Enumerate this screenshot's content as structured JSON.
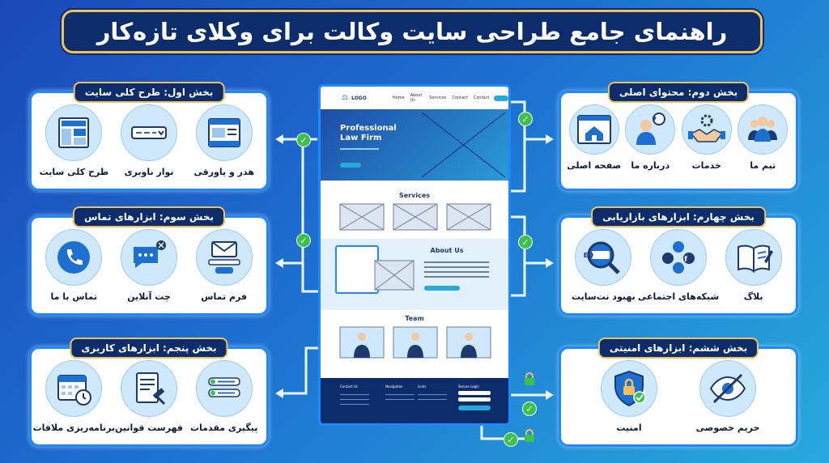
{
  "title": "راهنمای جامع طراحی سایت وکالت برای وکلای تازه‌کار",
  "colors": {
    "accent": "#1e88ff",
    "title_bg": "#0d2c6b",
    "gold": "#f0c15a",
    "check": "#3cc24a"
  },
  "panels": {
    "p1": {
      "heading": "بخش اول: طرح کلی سایت",
      "items": [
        {
          "label": "هدر و پاورقی",
          "icon": "header-footer-icon"
        },
        {
          "label": "نوار ناوبری",
          "icon": "navbar-icon"
        },
        {
          "label": "طرح کلی سایت",
          "icon": "layout-grid-icon"
        }
      ]
    },
    "p2": {
      "heading": "بخش دوم: محتوای اصلی",
      "items": [
        {
          "label": "تیم ما",
          "icon": "team-icon"
        },
        {
          "label": "خدمات",
          "icon": "handshake-icon"
        },
        {
          "label": "درباره ما",
          "icon": "about-person-icon"
        },
        {
          "label": "صفحه اصلی",
          "icon": "home-page-icon"
        }
      ]
    },
    "p3": {
      "heading": "بخش سوم: ابزارهای تماس",
      "items": [
        {
          "label": "فرم تماس",
          "icon": "contact-form-icon"
        },
        {
          "label": "چت آنلاین",
          "icon": "chat-icon"
        },
        {
          "label": "تماس با ما",
          "icon": "phone-icon"
        }
      ]
    },
    "p4": {
      "heading": "بخش چهارم: ابزارهای بازاریابی",
      "items": [
        {
          "label": "بلاگ",
          "icon": "blog-book-icon"
        },
        {
          "label": "شبکه‌های اجتماعی",
          "icon": "social-icon"
        },
        {
          "label": "بهبود نت‌سایت",
          "icon": "seo-icon"
        }
      ]
    },
    "p5": {
      "heading": "بخش پنجم: ابزارهای کاربری",
      "items": [
        {
          "label": "پیگیری مقدمات",
          "icon": "tracking-icon"
        },
        {
          "label": "فهرست قوانین",
          "icon": "law-list-icon"
        },
        {
          "label": "برنامه‌ریزی ملاقات",
          "icon": "calendar-icon"
        }
      ]
    },
    "p6": {
      "heading": "بخش ششم: ابزارهای امنیتی",
      "items": [
        {
          "label": "حریم خصوصی",
          "icon": "privacy-eye-icon"
        },
        {
          "label": "امنیت",
          "icon": "shield-lock-icon"
        }
      ]
    }
  },
  "mockup": {
    "logo": "LOGO",
    "nav": [
      "Home",
      "About Us",
      "Services",
      "Contact",
      "Contact"
    ],
    "hero_title": "Professional\nLaw Firm",
    "services_title": "Services",
    "about_title": "About Us",
    "team_title": "Team",
    "footer": {
      "contact": "Contact Us",
      "navigation": "Navigation",
      "links": "Links",
      "login": "Secure Login"
    },
    "seo_badge": "SEO"
  }
}
